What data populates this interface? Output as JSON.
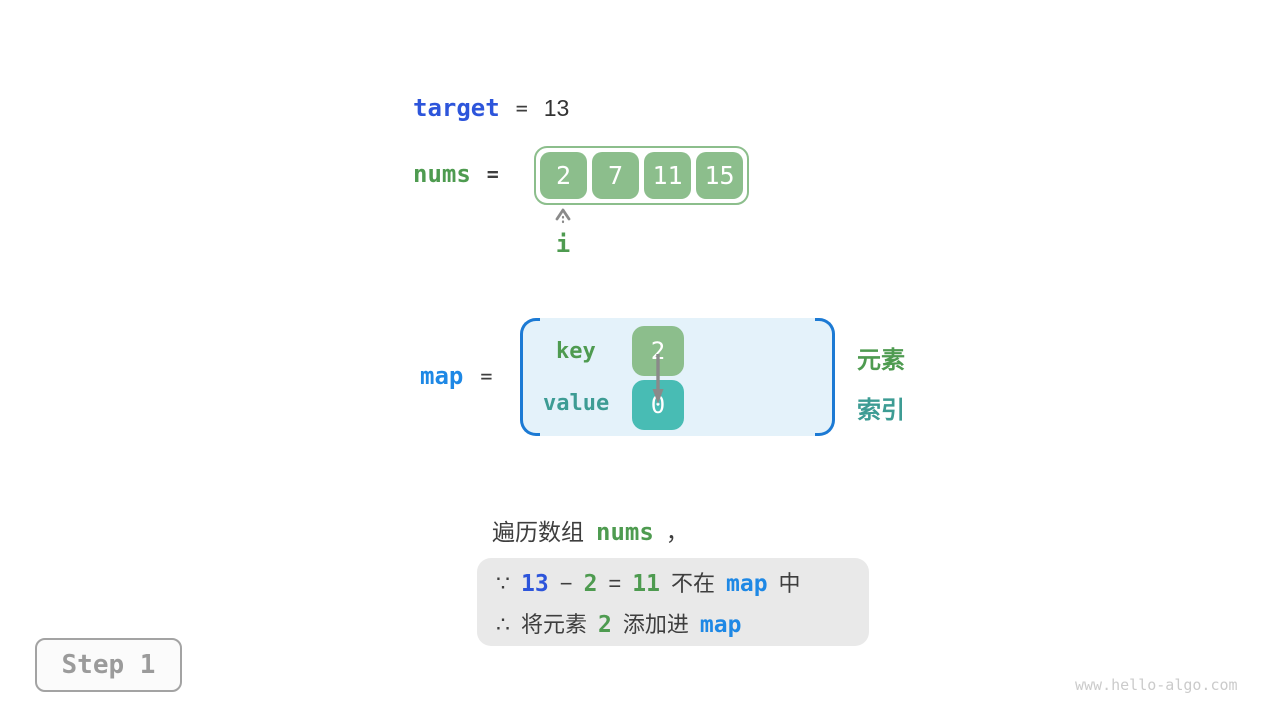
{
  "colors": {
    "royal_blue": "#2d55db",
    "sky_blue": "#1e88e5",
    "green": "#4e9b50",
    "teal": "#3d9c94",
    "cell_green": "#8cbe8c",
    "cell_teal": "#48bcb4",
    "map_box_fill": "#e4f2fa",
    "map_bracket_blue": "#1c7ad4",
    "note_box_gray": "#e9e9e9"
  },
  "target_row": {
    "label": "target",
    "equals": "=",
    "value": "13"
  },
  "nums_row": {
    "label": "nums",
    "equals": "=",
    "cells": [
      "2",
      "7",
      "11",
      "15"
    ],
    "pointer_label": "i"
  },
  "map_row": {
    "label": "map",
    "equals": "=",
    "key_label": "key",
    "key_cell_value": "2",
    "value_label": "value",
    "value_cell_value": "0",
    "annotation_top": "元素",
    "annotation_bottom": "索引"
  },
  "caption": {
    "text_before": "遍历数组",
    "code": "nums",
    "comma": "，"
  },
  "note": {
    "line1": [
      "∵",
      "13",
      "−",
      "2",
      "=",
      "11",
      "不在",
      "map",
      "中"
    ],
    "line2": [
      "∴",
      "将元素",
      "2",
      "添加进",
      "map"
    ]
  },
  "step": {
    "label": "Step 1"
  },
  "watermark": "www.hello-algo.com"
}
